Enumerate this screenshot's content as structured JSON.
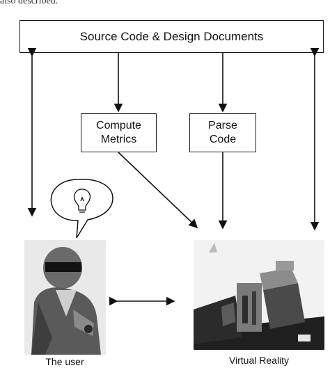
{
  "header_fragment": "also described.",
  "top_box": {
    "label": "Source Code & Design Documents"
  },
  "compute_box": {
    "label": "Compute\nMetrics"
  },
  "parse_box": {
    "label": "Parse\nCode"
  },
  "captions": {
    "virtual_reality": "Virtual Reality",
    "user": "The user"
  }
}
